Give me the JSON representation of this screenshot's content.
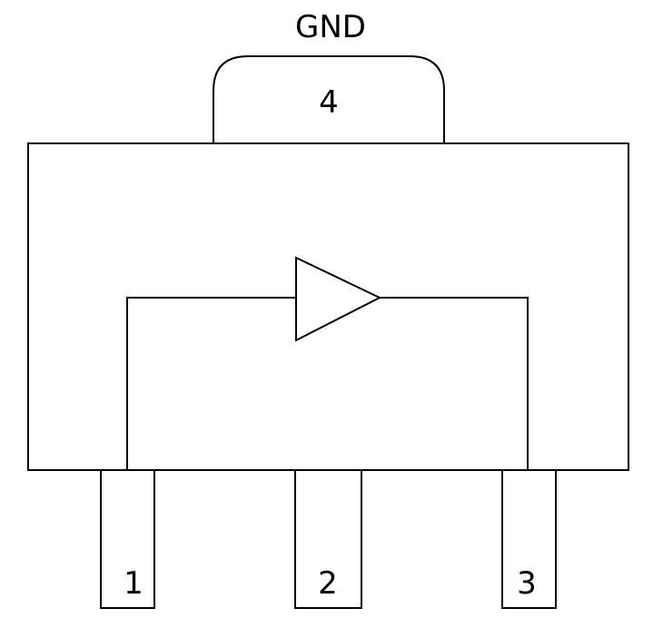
{
  "gnd_label": "GND",
  "tab_pin_label": "4",
  "pins": [
    {
      "label": "1"
    },
    {
      "label": "2"
    },
    {
      "label": "3"
    }
  ],
  "symbol": "buffer-triangle"
}
